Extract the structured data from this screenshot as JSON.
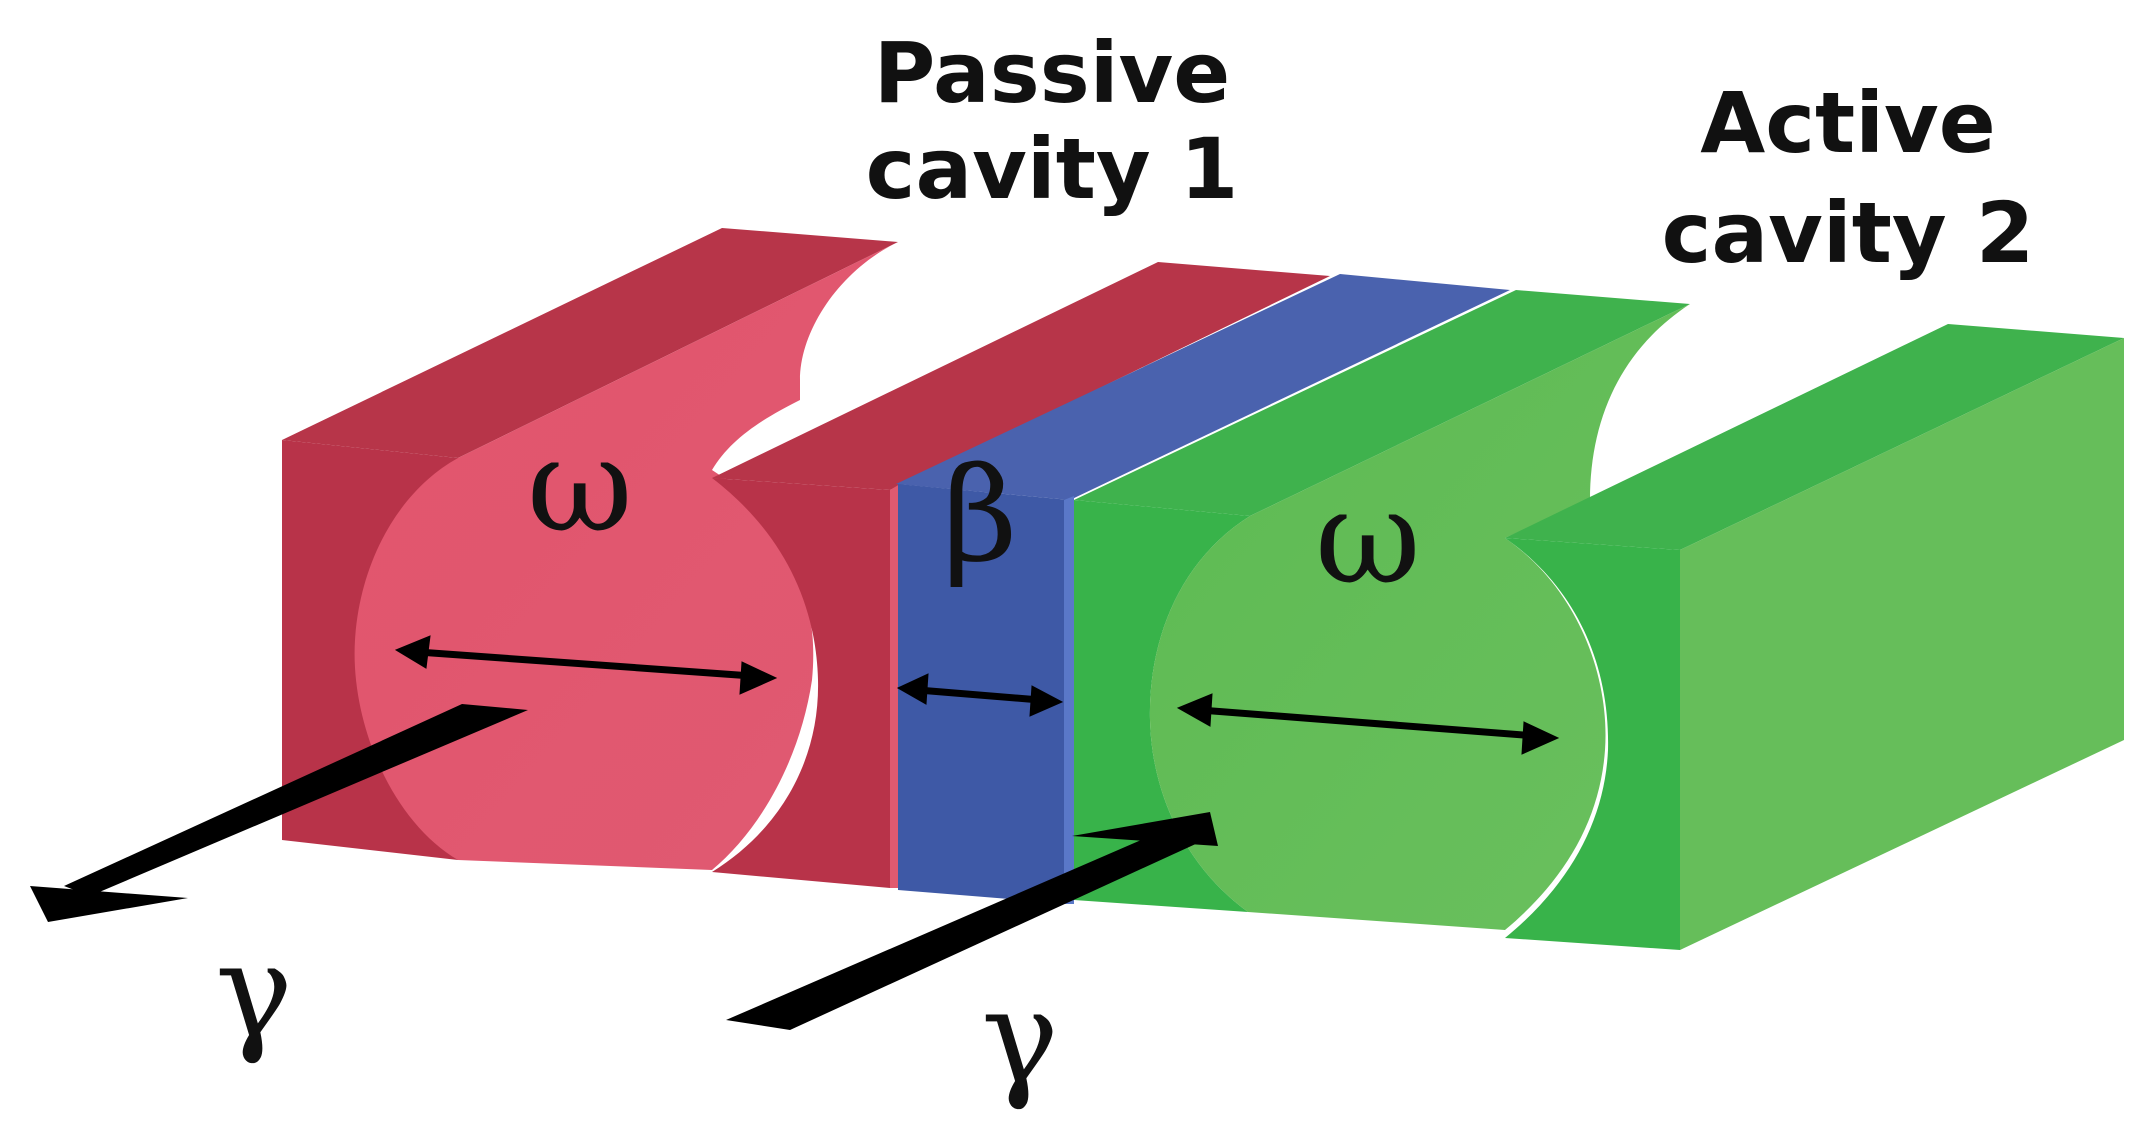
{
  "labels": {
    "passive_line1": "Passive",
    "passive_line2": "cavity 1",
    "active_line1": "Active",
    "active_line2": "cavity 2",
    "omega_left": "ω",
    "omega_right": "ω",
    "beta": "β",
    "gamma_left": "γ",
    "gamma_right": "γ"
  },
  "colors": {
    "passive_front": "#b83349",
    "passive_top": "#b83a4d",
    "passive_inner": "#e05a70",
    "coupler_front": "#3e59a6",
    "coupler_top": "#4a62ae",
    "active_front": "#38b34a",
    "active_top": "#3fb24d",
    "active_inner": "#66be5a",
    "arrow": "#000000"
  }
}
